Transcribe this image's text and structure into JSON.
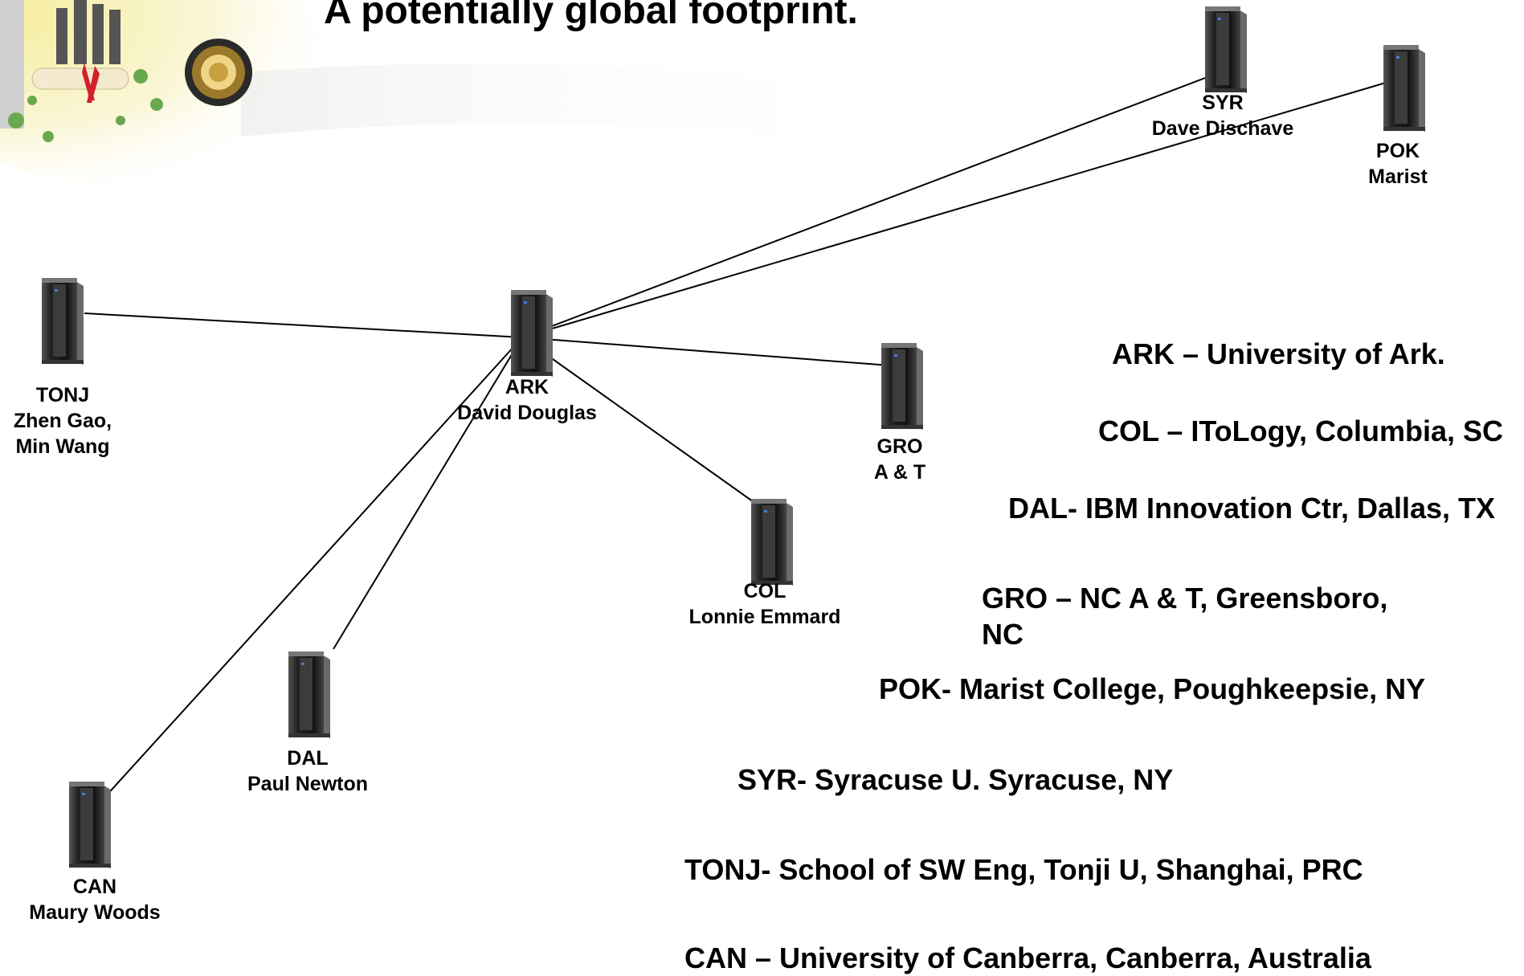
{
  "title": "A potentially global footprint.",
  "nodes": [
    {
      "id": "SYR",
      "code": "SYR",
      "contact": [
        "Dave Dischave"
      ]
    },
    {
      "id": "POK",
      "code": "POK",
      "contact": [
        "Marist"
      ]
    },
    {
      "id": "TONJ",
      "code": "TONJ",
      "contact": [
        "Zhen Gao,",
        "Min Wang"
      ]
    },
    {
      "id": "ARK",
      "code": "ARK",
      "contact": [
        "David Douglas"
      ]
    },
    {
      "id": "GRO",
      "code": "GRO",
      "contact": [
        "A & T"
      ]
    },
    {
      "id": "COL",
      "code": "COL",
      "contact": [
        "Lonnie Emmard"
      ]
    },
    {
      "id": "DAL",
      "code": "DAL",
      "contact": [
        "Paul Newton"
      ]
    },
    {
      "id": "CAN",
      "code": "CAN",
      "contact": [
        "Maury Woods"
      ]
    }
  ],
  "links": [
    [
      "ARK",
      "TONJ"
    ],
    [
      "ARK",
      "SYR"
    ],
    [
      "ARK",
      "POK"
    ],
    [
      "ARK",
      "GRO"
    ],
    [
      "ARK",
      "COL"
    ],
    [
      "ARK",
      "DAL"
    ],
    [
      "ARK",
      "CAN"
    ]
  ],
  "legend": [
    "ARK – University of Ark.",
    "COL – IToLogy, Columbia, SC",
    "DAL- IBM Innovation Ctr, Dallas, TX",
    "GRO – NC A & T, Greensboro, NC",
    "POK- Marist College, Poughkeepsie, NY",
    "SYR- Syracuse U. Syracuse, NY",
    "TONJ- School of SW Eng, Tonji U, Shanghai, PRC",
    "CAN – University of Canberra, Canberra, Australia"
  ],
  "colors": {
    "server_dark": "#1a1a1a",
    "server_mid": "#3c3c3c",
    "line": "#000000",
    "banner_yellow": "#f3e58a",
    "banner_green": "#8fc05a"
  }
}
